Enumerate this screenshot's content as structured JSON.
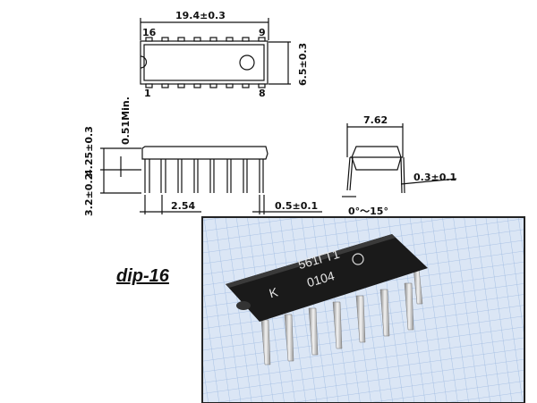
{
  "top_view": {
    "length": "19.4±0.3",
    "width": "6.5±0.3",
    "pin_16": "16",
    "pin_9": "9",
    "pin_1": "1",
    "pin_8": "8"
  },
  "side_view": {
    "standoff": "0.51Min.",
    "body_height": "4.25±0.3",
    "lead_length": "3.2±0.2",
    "pitch": "2.54",
    "lead_width": "0.5±0.1"
  },
  "end_view": {
    "row_spacing": "7.62",
    "lead_thickness": "0.3±0.1",
    "angle": "0°～15°"
  },
  "package_label": "dip-16",
  "photo": {
    "marking_line1": "561ГТ1",
    "marking_k": "K",
    "marking_line2": "0104"
  },
  "colors": {
    "grid": "#9bb8e0",
    "grid_bg": "#dbe6f5",
    "chip": "#1a1a1a"
  }
}
